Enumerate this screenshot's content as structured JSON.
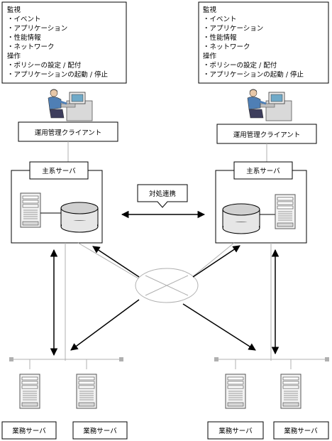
{
  "monitor_box_left": {
    "lines": [
      "監視",
      "・イベント",
      "・アプリケーション",
      "・性能情報",
      "・ネットワーク",
      "操作",
      "・ポリシーの設定 / 配付",
      "・アプリケーションの起動 / 停止"
    ]
  },
  "monitor_box_right": {
    "lines": [
      "監視",
      "・イベント",
      "・アプリケーション",
      "・性能情報",
      "・ネットワーク",
      "操作",
      "・ポリシーの設定 / 配付",
      "・アプリケーションの起動 / 停止"
    ]
  },
  "client_left": {
    "label": "運用管理クライアント"
  },
  "client_right": {
    "label": "運用管理クライアント"
  },
  "primary_left": {
    "label": "主系サーバ"
  },
  "primary_right": {
    "label": "主系サーバ"
  },
  "coordination": {
    "label": "対処連携"
  },
  "business_servers": {
    "left_1": "業務サーバ",
    "left_2": "業務サーバ",
    "right_1": "業務サーバ",
    "right_2": "業務サーバ"
  },
  "colors": {
    "stroke": "#000000",
    "light_line": "#b0b0b0",
    "server_body": "#f2f2f2",
    "disk_body": "#e6e6e6"
  }
}
